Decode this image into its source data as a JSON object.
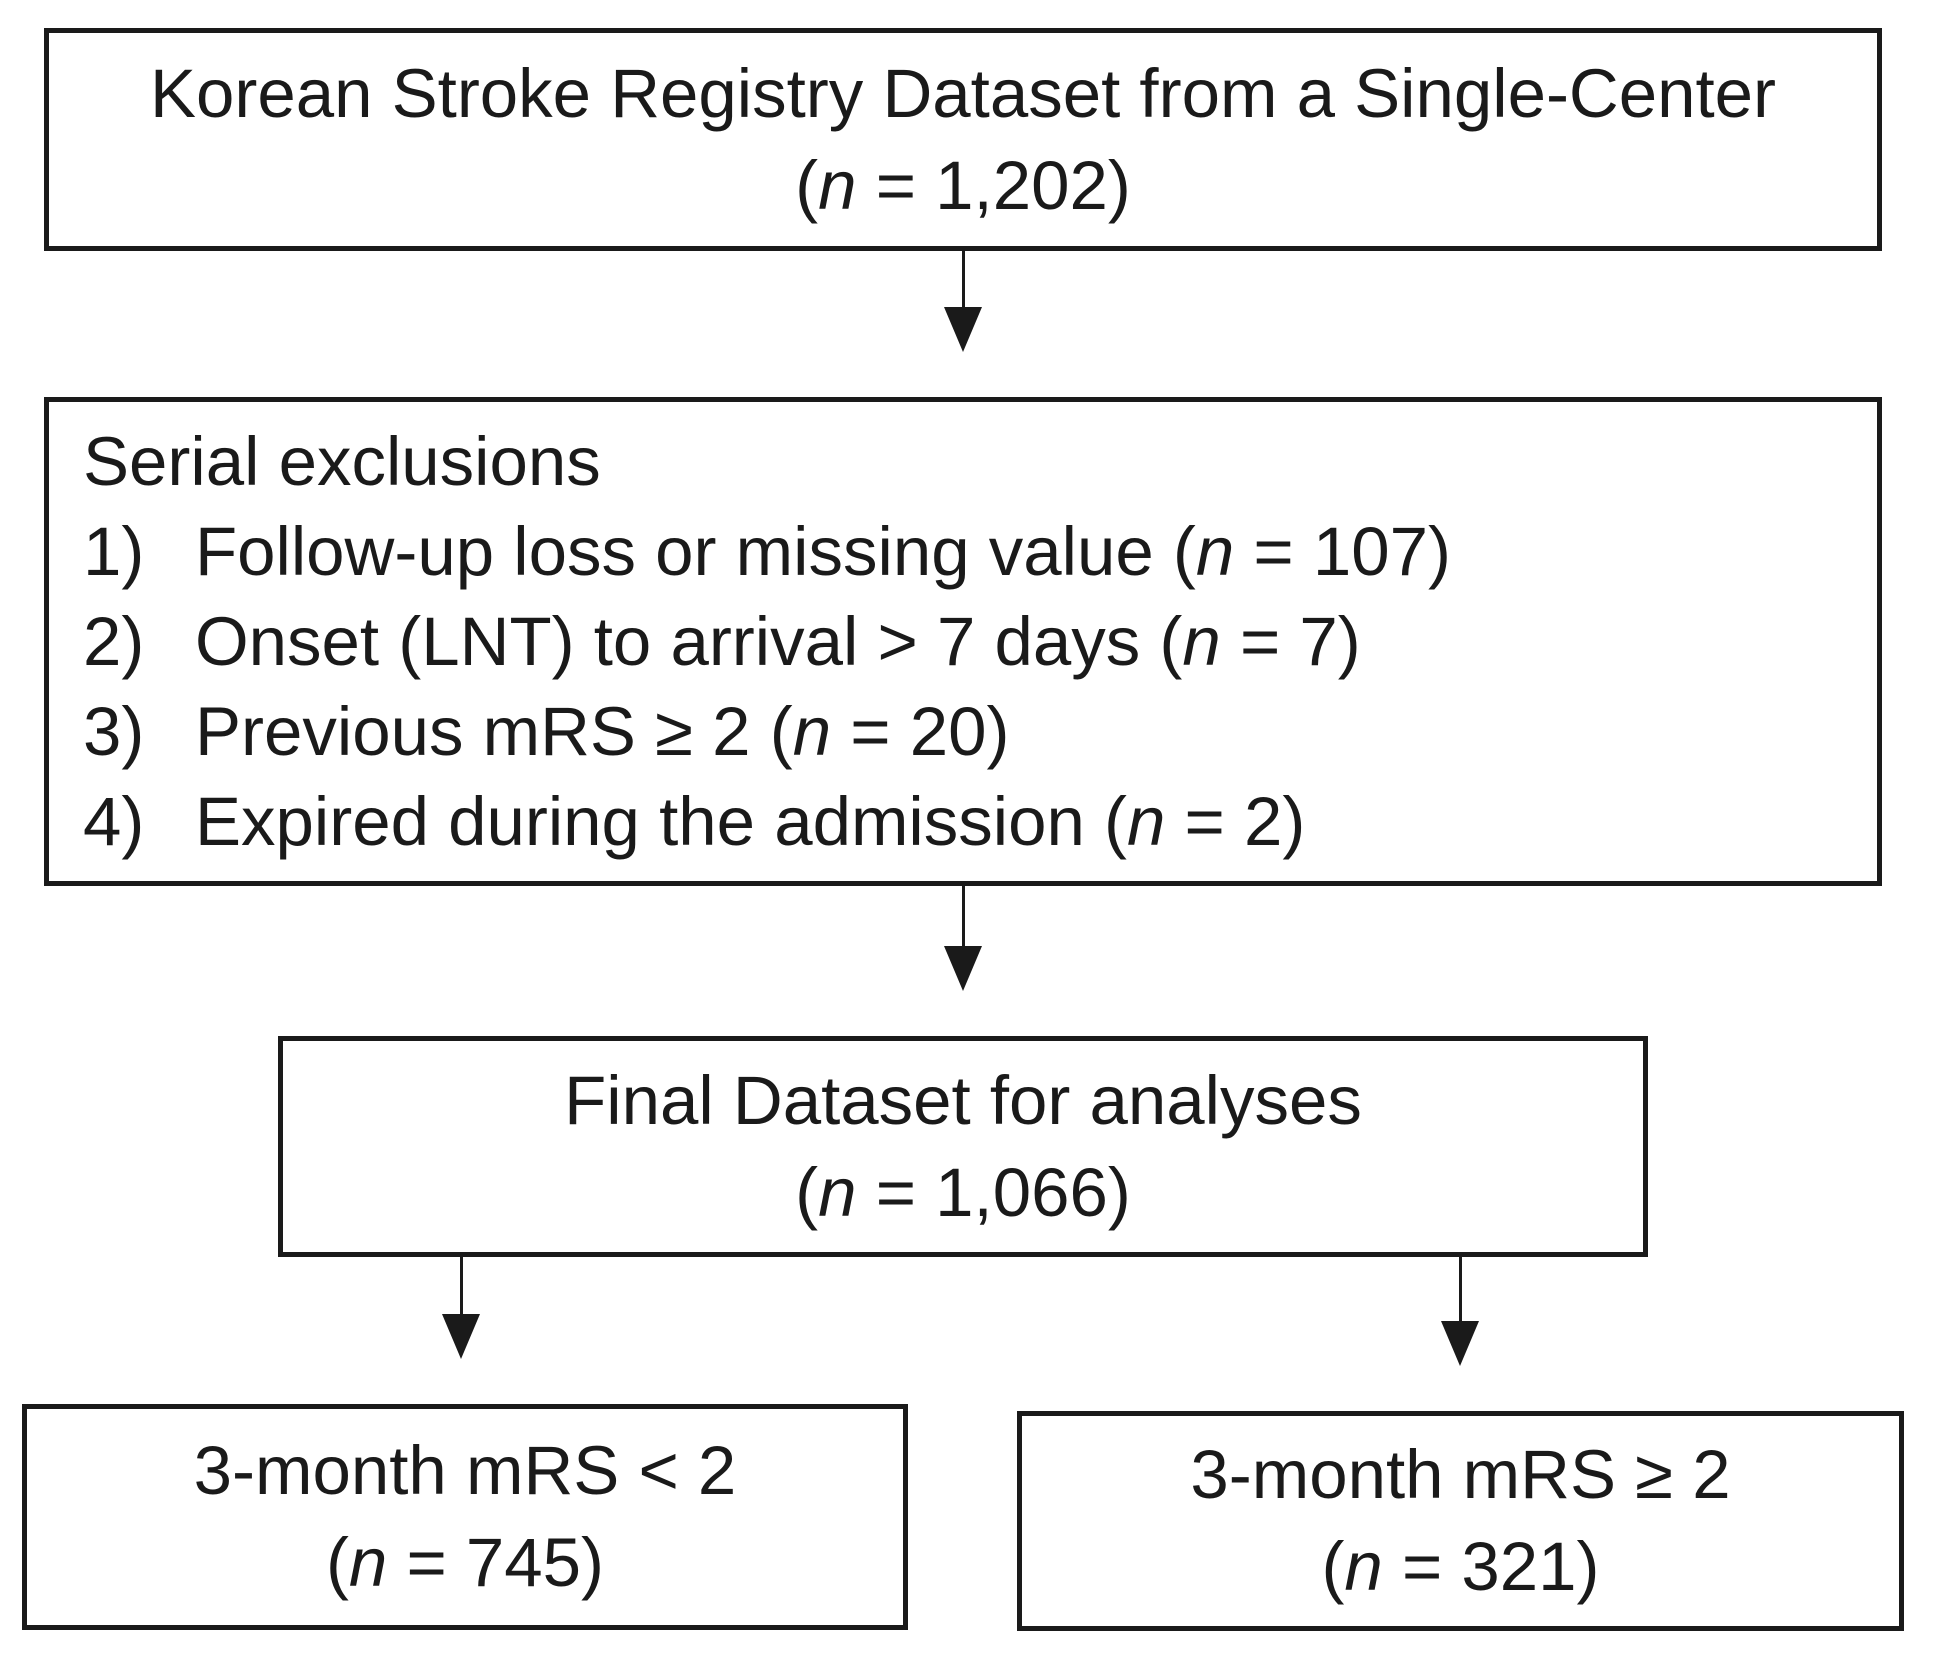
{
  "diagram": {
    "background_color": "#ffffff",
    "ink_color": "#1a1a1a",
    "nodes": {
      "source": {
        "title": "Korean Stroke Registry Dataset from a Single-Center",
        "count": {
          "open": "(",
          "var": "n",
          "rest": " = 1,202)"
        }
      },
      "exclusions": {
        "title": "Serial exclusions",
        "items": [
          {
            "num": "1)",
            "pre": "Follow-up loss or missing value (",
            "var": "n",
            "post": " = 107)"
          },
          {
            "num": "2)",
            "pre": "Onset (LNT) to arrival > 7 days (",
            "var": "n",
            "post": " = 7)"
          },
          {
            "num": "3)",
            "pre": "Previous mRS ≥ 2 (",
            "var": "n",
            "post": " = 20)"
          },
          {
            "num": "4)",
            "pre": "Expired during the admission (",
            "var": "n",
            "post": " = 2)"
          }
        ]
      },
      "final": {
        "title": "Final Dataset for analyses",
        "count": {
          "open": "(",
          "var": "n",
          "rest": " = 1,066)"
        }
      },
      "good_outcome": {
        "title": "3-month mRS < 2",
        "count": {
          "open": "(",
          "var": "n",
          "rest": " = 745)"
        }
      },
      "poor_outcome": {
        "title": "3-month mRS ≥ 2",
        "count": {
          "open": "(",
          "var": "n",
          "rest": " = 321)"
        }
      }
    }
  }
}
